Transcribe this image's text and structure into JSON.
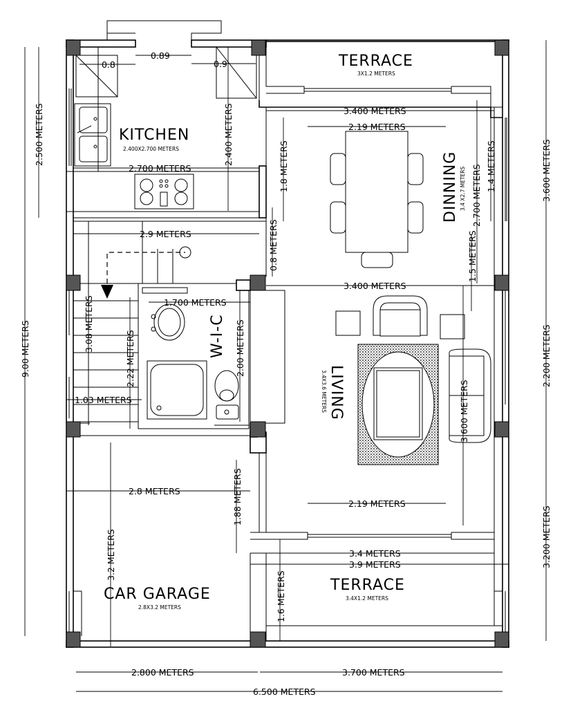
{
  "rooms": {
    "kitchen": {
      "name": "Kitchen",
      "size": "2.400x2.700 meters"
    },
    "terrace_top": {
      "name": "Terrace",
      "size": "3x1.2 meters"
    },
    "dinning": {
      "name": "Dinning",
      "size": "3.4 x2.7 meters"
    },
    "wic": {
      "name": "W-I-C"
    },
    "living": {
      "name": "Living",
      "size": "3.4x3.6 meters"
    },
    "car_garage": {
      "name": "Car Garage",
      "size": "2.8x3.2 meters"
    },
    "terrace_bottom": {
      "name": "Terrace",
      "size": "3.4x1.2 meters"
    }
  },
  "dimensions": {
    "d_0_8": "0.8",
    "d_0_89": "0.89",
    "d_0_9": "0.9",
    "d_2500": "2.500 meters",
    "d_2400": "2.400 meters",
    "d_2700": "2.700 meters",
    "d_1_8": "1.8 meters",
    "d_2_9": "2.9 meters",
    "d_0_8m": "0.8 meters",
    "d_3400_top": "3.400 meters",
    "d_2_19_top": "2.19 meters",
    "d_2_700_dn": "2.700 meters",
    "d_1_4": "1.4 meters",
    "d_3600_right": "3.600 meters",
    "d_9_00": "9.00 meters",
    "d_1_5": "1.5 meters",
    "d_3400_mid": "3.400 meters",
    "d_3_08": "3.08 meters",
    "d_1_700": "1.700 meters",
    "d_2_22": "2.22 meters",
    "d_2_00": "2.00 meters",
    "d_1_03": "1.03 meters",
    "d_3_600_living": "3.600 meters",
    "d_2_200_right": "2.200 meters",
    "d_2_8": "2.8 meters",
    "d_1_88": "1.88 meters",
    "d_2_19_bottom": "2.19 meters",
    "d_3_2": "3.2 meters",
    "d_3_200_right": "3.200 meters",
    "d_3_4": "3.4 meters",
    "d_3_9": "3.9 meters",
    "d_1_6": "1.6 meters",
    "d_2_800": "2.800 meters",
    "d_3_700": "3.700 meters",
    "d_6_500": "6.500 meters"
  }
}
